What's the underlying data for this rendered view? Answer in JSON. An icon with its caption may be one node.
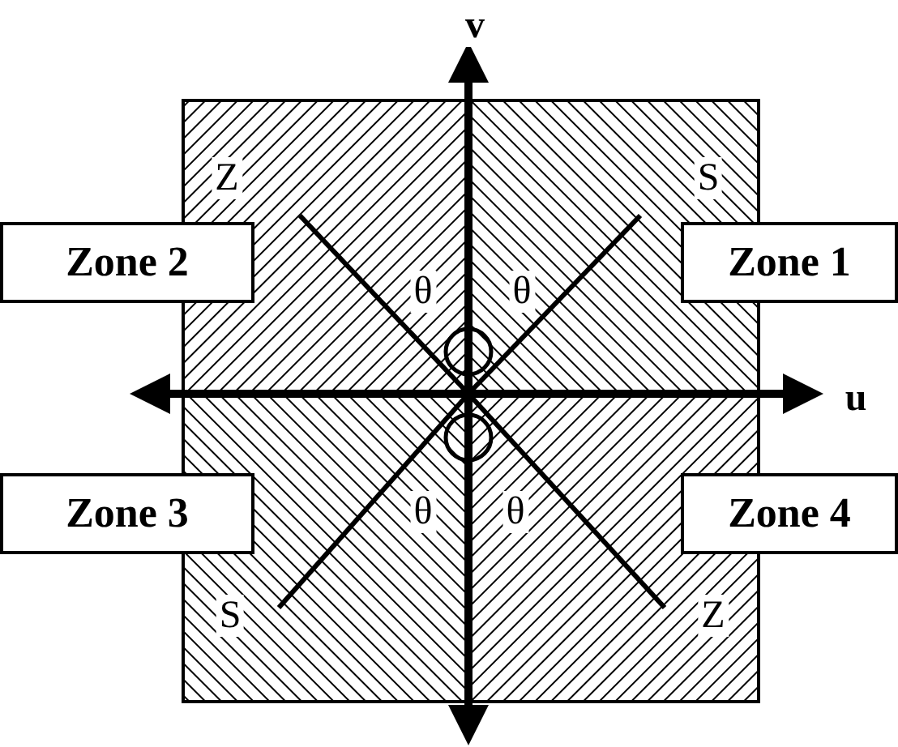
{
  "diagram": {
    "nodes": [
      {
        "text": [
          "Zone 2"
        ]
      },
      {
        "text": [
          "Zone 1"
        ]
      },
      {
        "text": [
          "Zone 3"
        ]
      },
      {
        "text": [
          "Zone 4"
        ]
      }
    ],
    "labels": [
      "v",
      "Z",
      "S",
      "θ",
      "θ",
      "u",
      "θ",
      "θ",
      "S",
      "Z"
    ]
  }
}
